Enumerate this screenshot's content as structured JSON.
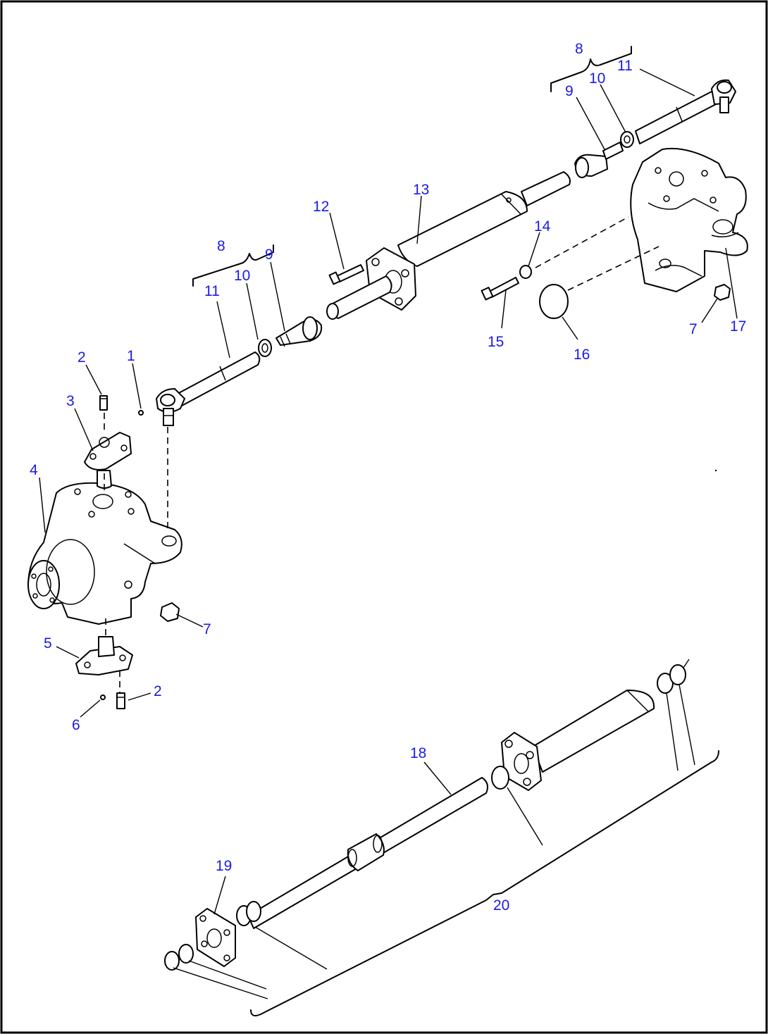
{
  "diagram": {
    "colors": {
      "label": "#1a1ae6",
      "line": "#000000",
      "background": "#ffffff"
    },
    "callouts": [
      {
        "id": "c1",
        "text": "1"
      },
      {
        "id": "c2a",
        "text": "2"
      },
      {
        "id": "c2b",
        "text": "2"
      },
      {
        "id": "c3",
        "text": "3"
      },
      {
        "id": "c4",
        "text": "4"
      },
      {
        "id": "c5",
        "text": "5"
      },
      {
        "id": "c6",
        "text": "6"
      },
      {
        "id": "c7a",
        "text": "7"
      },
      {
        "id": "c7b",
        "text": "7"
      },
      {
        "id": "c8a",
        "text": "8"
      },
      {
        "id": "c8b",
        "text": "8"
      },
      {
        "id": "c9a",
        "text": "9"
      },
      {
        "id": "c9b",
        "text": "9"
      },
      {
        "id": "c10a",
        "text": "10"
      },
      {
        "id": "c10b",
        "text": "10"
      },
      {
        "id": "c11a",
        "text": "11"
      },
      {
        "id": "c11b",
        "text": "11"
      },
      {
        "id": "c12",
        "text": "12"
      },
      {
        "id": "c13",
        "text": "13"
      },
      {
        "id": "c14",
        "text": "14"
      },
      {
        "id": "c15",
        "text": "15"
      },
      {
        "id": "c16",
        "text": "16"
      },
      {
        "id": "c17",
        "text": "17"
      },
      {
        "id": "c18",
        "text": "18"
      },
      {
        "id": "c19",
        "text": "19"
      },
      {
        "id": "c20",
        "text": "20"
      }
    ]
  }
}
